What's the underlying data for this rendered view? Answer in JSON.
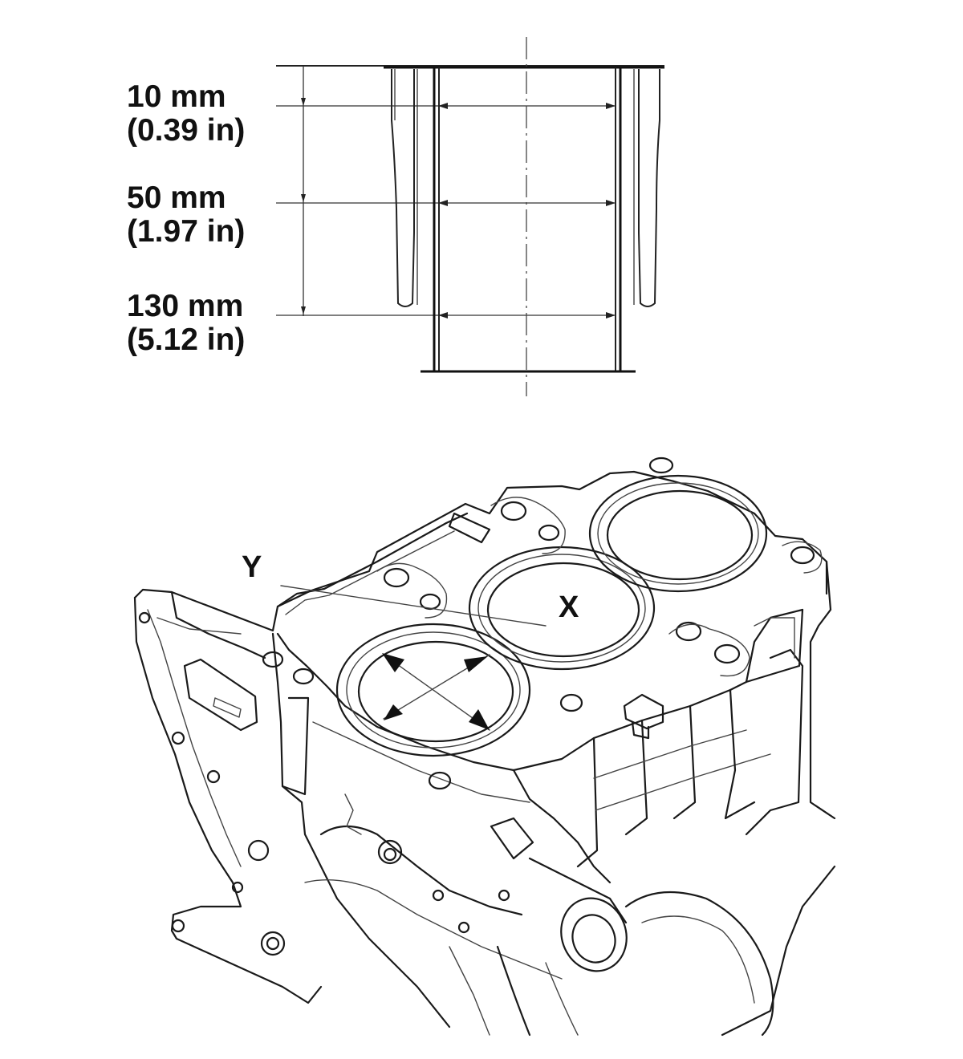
{
  "measurements": [
    {
      "primary": "10 mm",
      "secondary": "(0.39 in)"
    },
    {
      "primary": "50 mm",
      "secondary": "(1.97 in)"
    },
    {
      "primary": "130 mm",
      "secondary": "(5.12 in)"
    }
  ],
  "axis_labels": {
    "x": "X",
    "y": "Y"
  },
  "colors": {
    "line": "#1a1a1a",
    "background": "#ffffff"
  }
}
